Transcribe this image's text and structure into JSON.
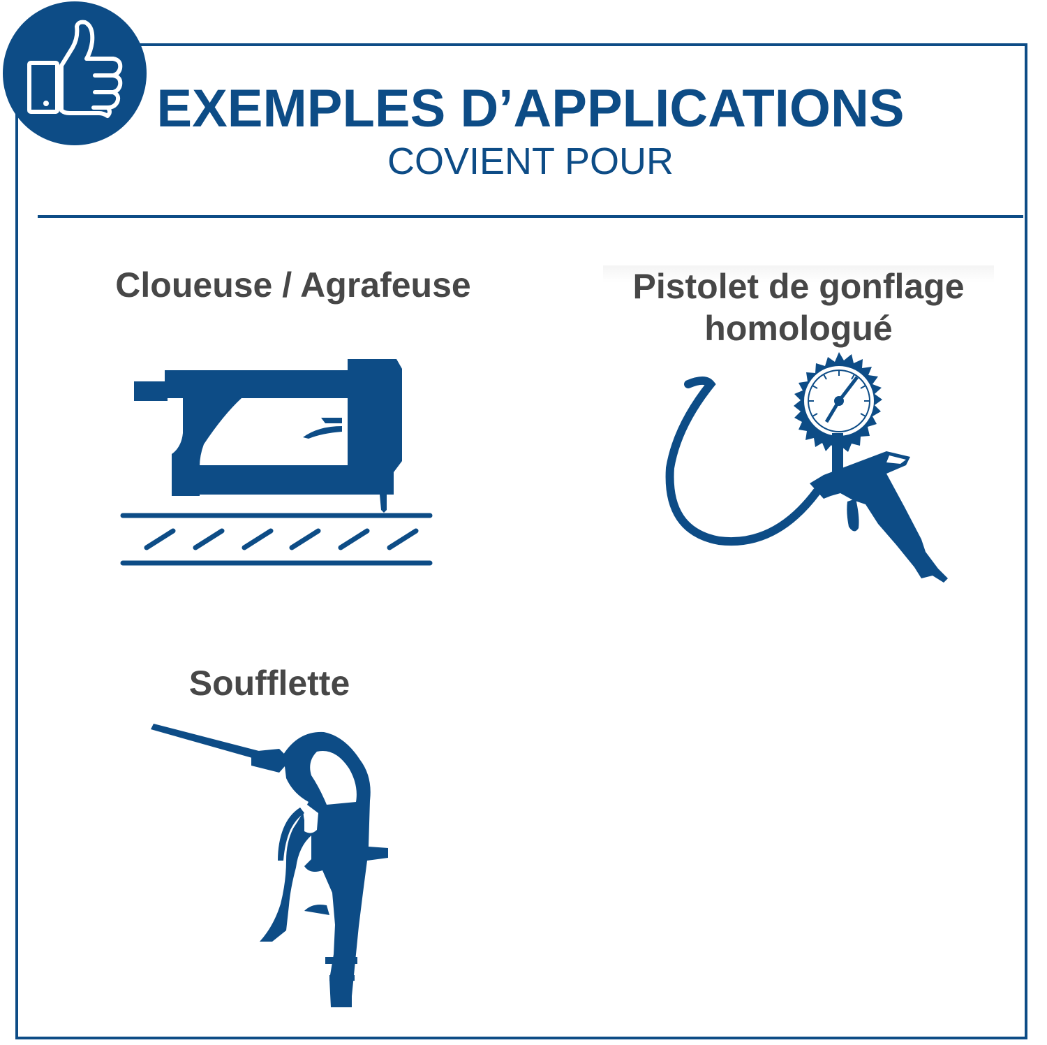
{
  "header": {
    "title": "EXEMPLES D’APPLICATIONS",
    "subtitle": "COVIENT POUR"
  },
  "badge": {
    "icon": "thumbs-up-icon"
  },
  "applications": [
    {
      "label": "Cloueuse / Agrafeuse",
      "icon": "nail-gun-icon"
    },
    {
      "label_line1": "Pistolet de gonflage",
      "label_line2": "homologué",
      "icon": "tire-inflator-gauge-icon"
    },
    {
      "label": "Soufflette",
      "icon": "air-blow-gun-icon"
    }
  ],
  "colors": {
    "brand_blue": "#0d4c86",
    "label_gray": "#474747",
    "background": "#ffffff"
  }
}
